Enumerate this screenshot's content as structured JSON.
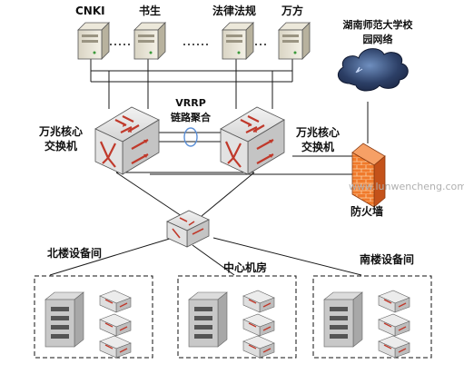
{
  "servers": [
    {
      "name": "CNKI"
    },
    {
      "name": "书生"
    },
    {
      "name": "法律法规"
    },
    {
      "name": "万方"
    }
  ],
  "campus_network": {
    "line1": "湖南师范大学校",
    "line2": "园网络"
  },
  "vrrp": {
    "line1": "VRRP",
    "line2": "链路聚合"
  },
  "core_switch_left": {
    "line1": "万兆核心",
    "line2": "交换机"
  },
  "core_switch_right": {
    "line1": "万兆核心",
    "line2": "交换机"
  },
  "firewall": {
    "label": "防火墙"
  },
  "watermark": "www.lunwencheng.com",
  "sites": [
    {
      "label": "北楼设备间"
    },
    {
      "label": "中心机房"
    },
    {
      "label": "南楼设备间"
    }
  ],
  "colors": {
    "line": "#1a1a1a",
    "switch_top": "#e4e4e4",
    "switch_side": "#b8b8b8",
    "arrow": "#c0392b",
    "cloud": "#2a3a5a",
    "firewall": "#e8702a",
    "vrrp_ellipse": "#5b8fd6"
  }
}
